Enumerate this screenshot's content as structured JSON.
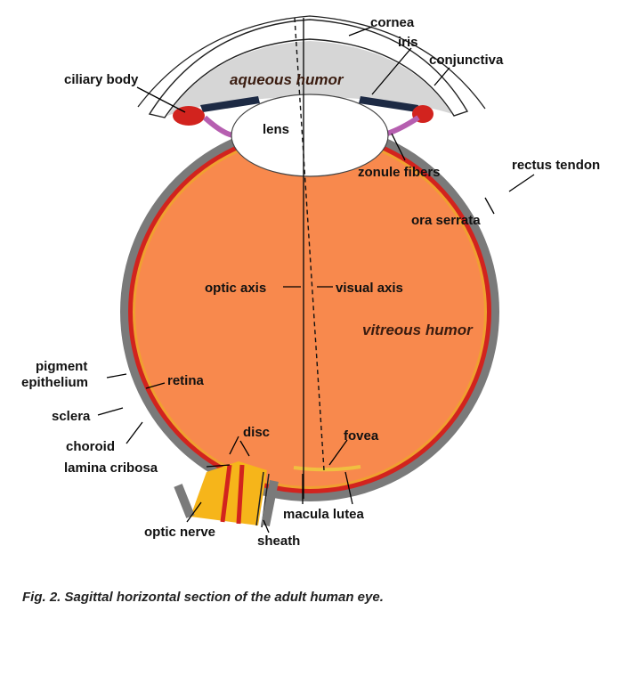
{
  "figure": {
    "caption": "Fig. 2. Sagittal horizontal section of the adult human eye.",
    "labels": {
      "cornea": "cornea",
      "iris": "iris",
      "conjunctiva": "conjunctiva",
      "ciliary_body": "ciliary body",
      "aqueous_humor": "aqueous humor",
      "lens": "lens",
      "zonule_fibers": "zonule fibers",
      "rectus_tendon": "rectus tendon",
      "ora_serrata": "ora serrata",
      "optic_axis": "optic axis",
      "visual_axis": "visual axis",
      "vitreous_humor": "vitreous humor",
      "pigment": "pigment",
      "epithelium": "epithelium",
      "retina": "retina",
      "sclera": "sclera",
      "choroid": "choroid",
      "disc": "disc",
      "fovea": "fovea",
      "lamina_cribosa": "lamina cribosa",
      "optic_nerve": "optic nerve",
      "macula_lutea": "macula lutea",
      "sheath": "sheath"
    }
  },
  "colors": {
    "vitreous": "#f8894d",
    "sclera": "#7a7a7a",
    "choroid": "#d2231e",
    "aqueous": "#d6d6d6",
    "lens": "#ffffff",
    "optic_nerve": "#f6b51a"
  }
}
